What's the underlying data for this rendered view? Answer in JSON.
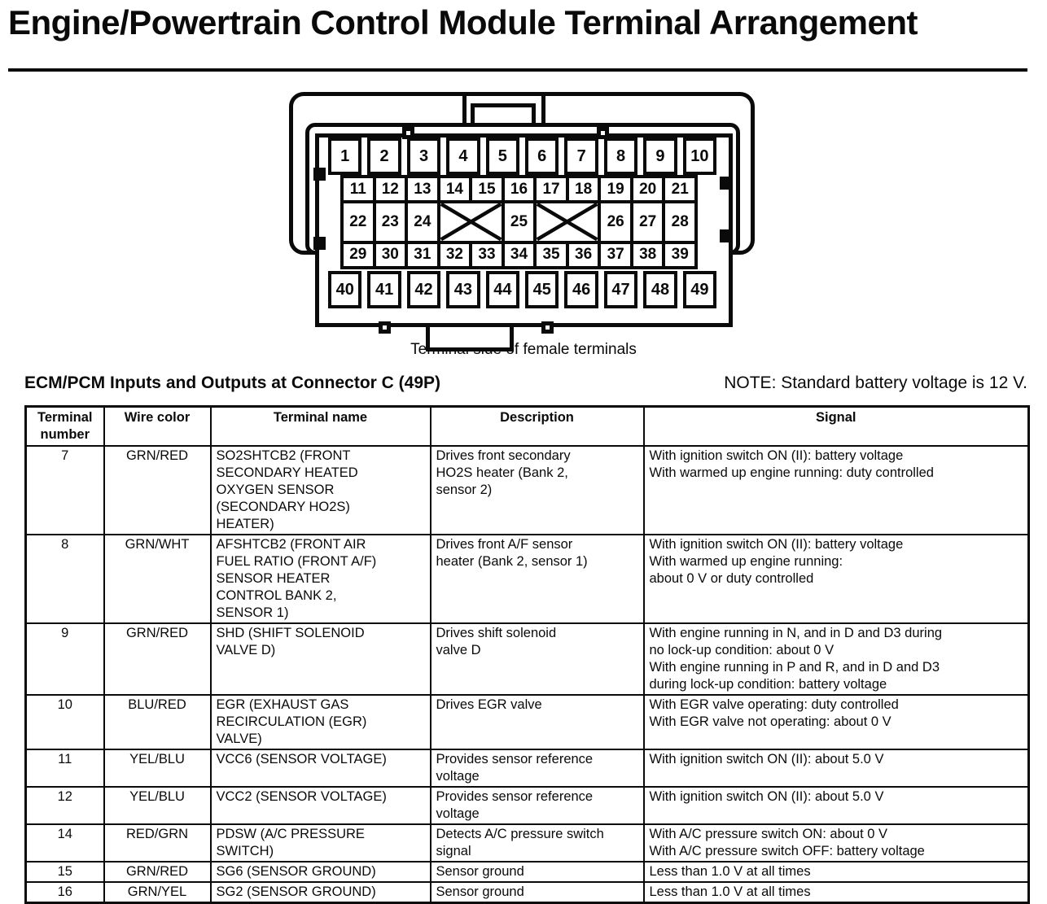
{
  "page": {
    "title": "Engine/Powertrain Control Module Terminal Arrangement",
    "section_heading": "ECM/PCM Inputs and Outputs at Connector C (49P)",
    "note": "NOTE: Standard battery voltage is 12 V."
  },
  "connector": {
    "caption": "Terminal side of female terminals",
    "rows": [
      {
        "style": "wide",
        "cells": [
          "1",
          "2",
          "3",
          "4",
          "5",
          "6",
          "7",
          "8",
          "9",
          "10"
        ]
      },
      {
        "style": "grid",
        "cells": [
          "11",
          "12",
          "13",
          "14",
          "15",
          "16",
          "17",
          "18",
          "19",
          "20",
          "21"
        ]
      },
      {
        "style": "grid",
        "cells": [
          "22",
          "23",
          "24",
          "XX",
          "25",
          "XX",
          "26",
          "27",
          "28"
        ]
      },
      {
        "style": "grid",
        "cells": [
          "29",
          "30",
          "31",
          "32",
          "33",
          "34",
          "35",
          "36",
          "37",
          "38",
          "39"
        ]
      },
      {
        "style": "wide",
        "cells": [
          "40",
          "41",
          "42",
          "43",
          "44",
          "45",
          "46",
          "47",
          "48",
          "49"
        ]
      }
    ]
  },
  "table": {
    "headers": [
      "Terminal number",
      "Wire color",
      "Terminal name",
      "Description",
      "Signal"
    ],
    "rows": [
      {
        "terminal": "7",
        "wire_color": "GRN/RED",
        "terminal_name": "SO2SHTCB2 (FRONT\nSECONDARY HEATED\nOXYGEN SENSOR\n(SECONDARY HO2S)\nHEATER)",
        "description": "Drives front secondary\nHO2S heater (Bank 2,\nsensor 2)",
        "signal": "With ignition switch ON (II): battery voltage\nWith warmed up engine running: duty controlled"
      },
      {
        "terminal": "8",
        "wire_color": "GRN/WHT",
        "terminal_name": "AFSHTCB2 (FRONT AIR\nFUEL RATIO (FRONT A/F)\nSENSOR HEATER\nCONTROL BANK 2,\nSENSOR 1)",
        "description": "Drives front A/F sensor\nheater (Bank 2, sensor 1)",
        "signal": "With ignition switch ON (II): battery voltage\nWith warmed up engine running:\nabout 0 V or duty controlled"
      },
      {
        "terminal": "9",
        "wire_color": "GRN/RED",
        "terminal_name": "SHD (SHIFT SOLENOID\nVALVE D)",
        "description": "Drives shift solenoid\nvalve D",
        "signal": "With engine running in N, and in D and D3 during\nno lock-up condition: about 0 V\nWith engine running in P and R, and in D and D3\nduring lock-up condition: battery voltage"
      },
      {
        "terminal": "10",
        "wire_color": "BLU/RED",
        "terminal_name": "EGR (EXHAUST GAS\nRECIRCULATION (EGR)\nVALVE)",
        "description": "Drives EGR valve",
        "signal": "With EGR valve operating: duty controlled\nWith EGR valve not operating: about 0 V"
      },
      {
        "terminal": "11",
        "wire_color": "YEL/BLU",
        "terminal_name": "VCC6 (SENSOR VOLTAGE)",
        "description": "Provides sensor reference\nvoltage",
        "signal": "With ignition switch ON (II): about 5.0 V"
      },
      {
        "terminal": "12",
        "wire_color": "YEL/BLU",
        "terminal_name": "VCC2 (SENSOR VOLTAGE)",
        "description": "Provides sensor reference\nvoltage",
        "signal": "With ignition switch ON (II): about 5.0 V"
      },
      {
        "terminal": "14",
        "wire_color": "RED/GRN",
        "terminal_name": "PDSW (A/C PRESSURE\nSWITCH)",
        "description": "Detects A/C pressure switch\nsignal",
        "signal": "With A/C pressure switch ON: about 0 V\nWith A/C pressure switch OFF: battery voltage"
      },
      {
        "terminal": "15",
        "wire_color": "GRN/RED",
        "terminal_name": "SG6 (SENSOR GROUND)",
        "description": "Sensor ground",
        "signal": "Less than 1.0 V at all times"
      },
      {
        "terminal": "16",
        "wire_color": "GRN/YEL",
        "terminal_name": "SG2 (SENSOR GROUND)",
        "description": "Sensor ground",
        "signal": "Less than 1.0 V at all times"
      }
    ]
  },
  "colors": {
    "ink": "#0a0a0a",
    "paper": "#ffffff"
  }
}
